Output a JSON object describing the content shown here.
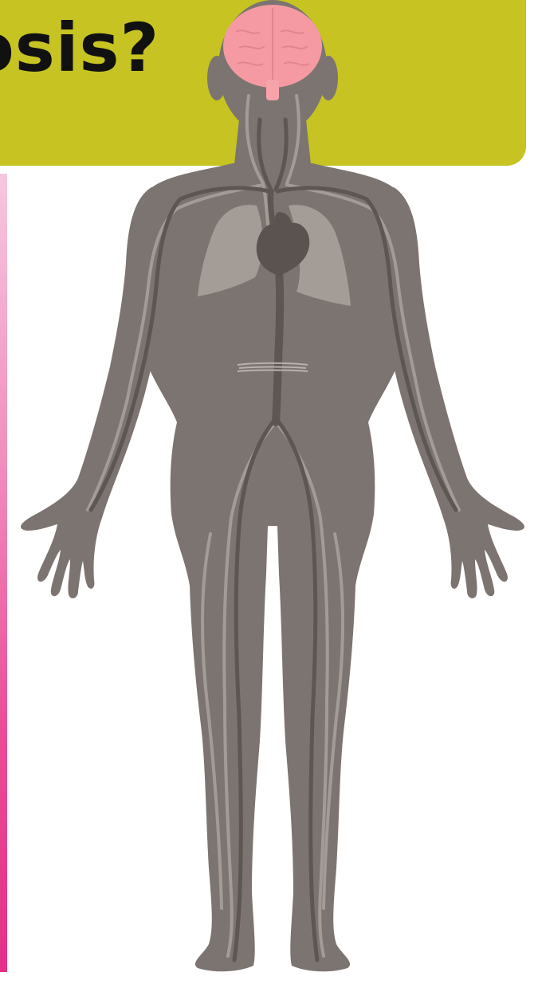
{
  "header": {
    "title_fragment": "osis?"
  },
  "diagram": {
    "organs": [
      {
        "name": "brain",
        "color": "#f59aa3"
      },
      {
        "name": "brain-stem",
        "color": "#f7a3ab"
      },
      {
        "name": "heart",
        "color": "#5a5350"
      },
      {
        "name": "left-lung",
        "color": "#a49c97"
      },
      {
        "name": "right-lung",
        "color": "#a49c97"
      },
      {
        "name": "diaphragm",
        "color": "#b8b1ac"
      }
    ],
    "colors": {
      "banner": "#c6c323",
      "body": "#7c7470",
      "vessel_dark": "#5d5652",
      "vessel_light": "#a39b96",
      "accent_bar": "#e42f88"
    }
  }
}
